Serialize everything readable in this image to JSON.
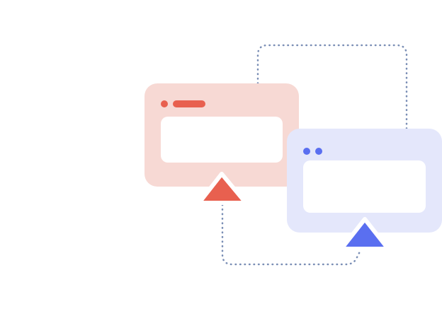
{
  "colors": {
    "background": "#ffffff",
    "connector": "#7a8eb5",
    "window_red_bg": "#f7d9d4",
    "window_red_accent": "#e8604f",
    "window_blue_bg": "#e4e7fb",
    "window_blue_accent": "#5a6ff0",
    "content_panel": "#ffffff"
  },
  "windows": [
    {
      "id": "red",
      "header_dots": 1,
      "has_title_bar": true,
      "cursor_icon": "triangle-up-icon"
    },
    {
      "id": "blue",
      "header_dots": 2,
      "has_title_bar": false,
      "cursor_icon": "triangle-up-icon"
    }
  ],
  "connectors": [
    {
      "style": "dotted",
      "from": "red-window",
      "to": "blue-window",
      "route": "over-top"
    },
    {
      "style": "dotted",
      "from": "blue-window",
      "to": "red-window",
      "route": "under-bottom"
    }
  ]
}
